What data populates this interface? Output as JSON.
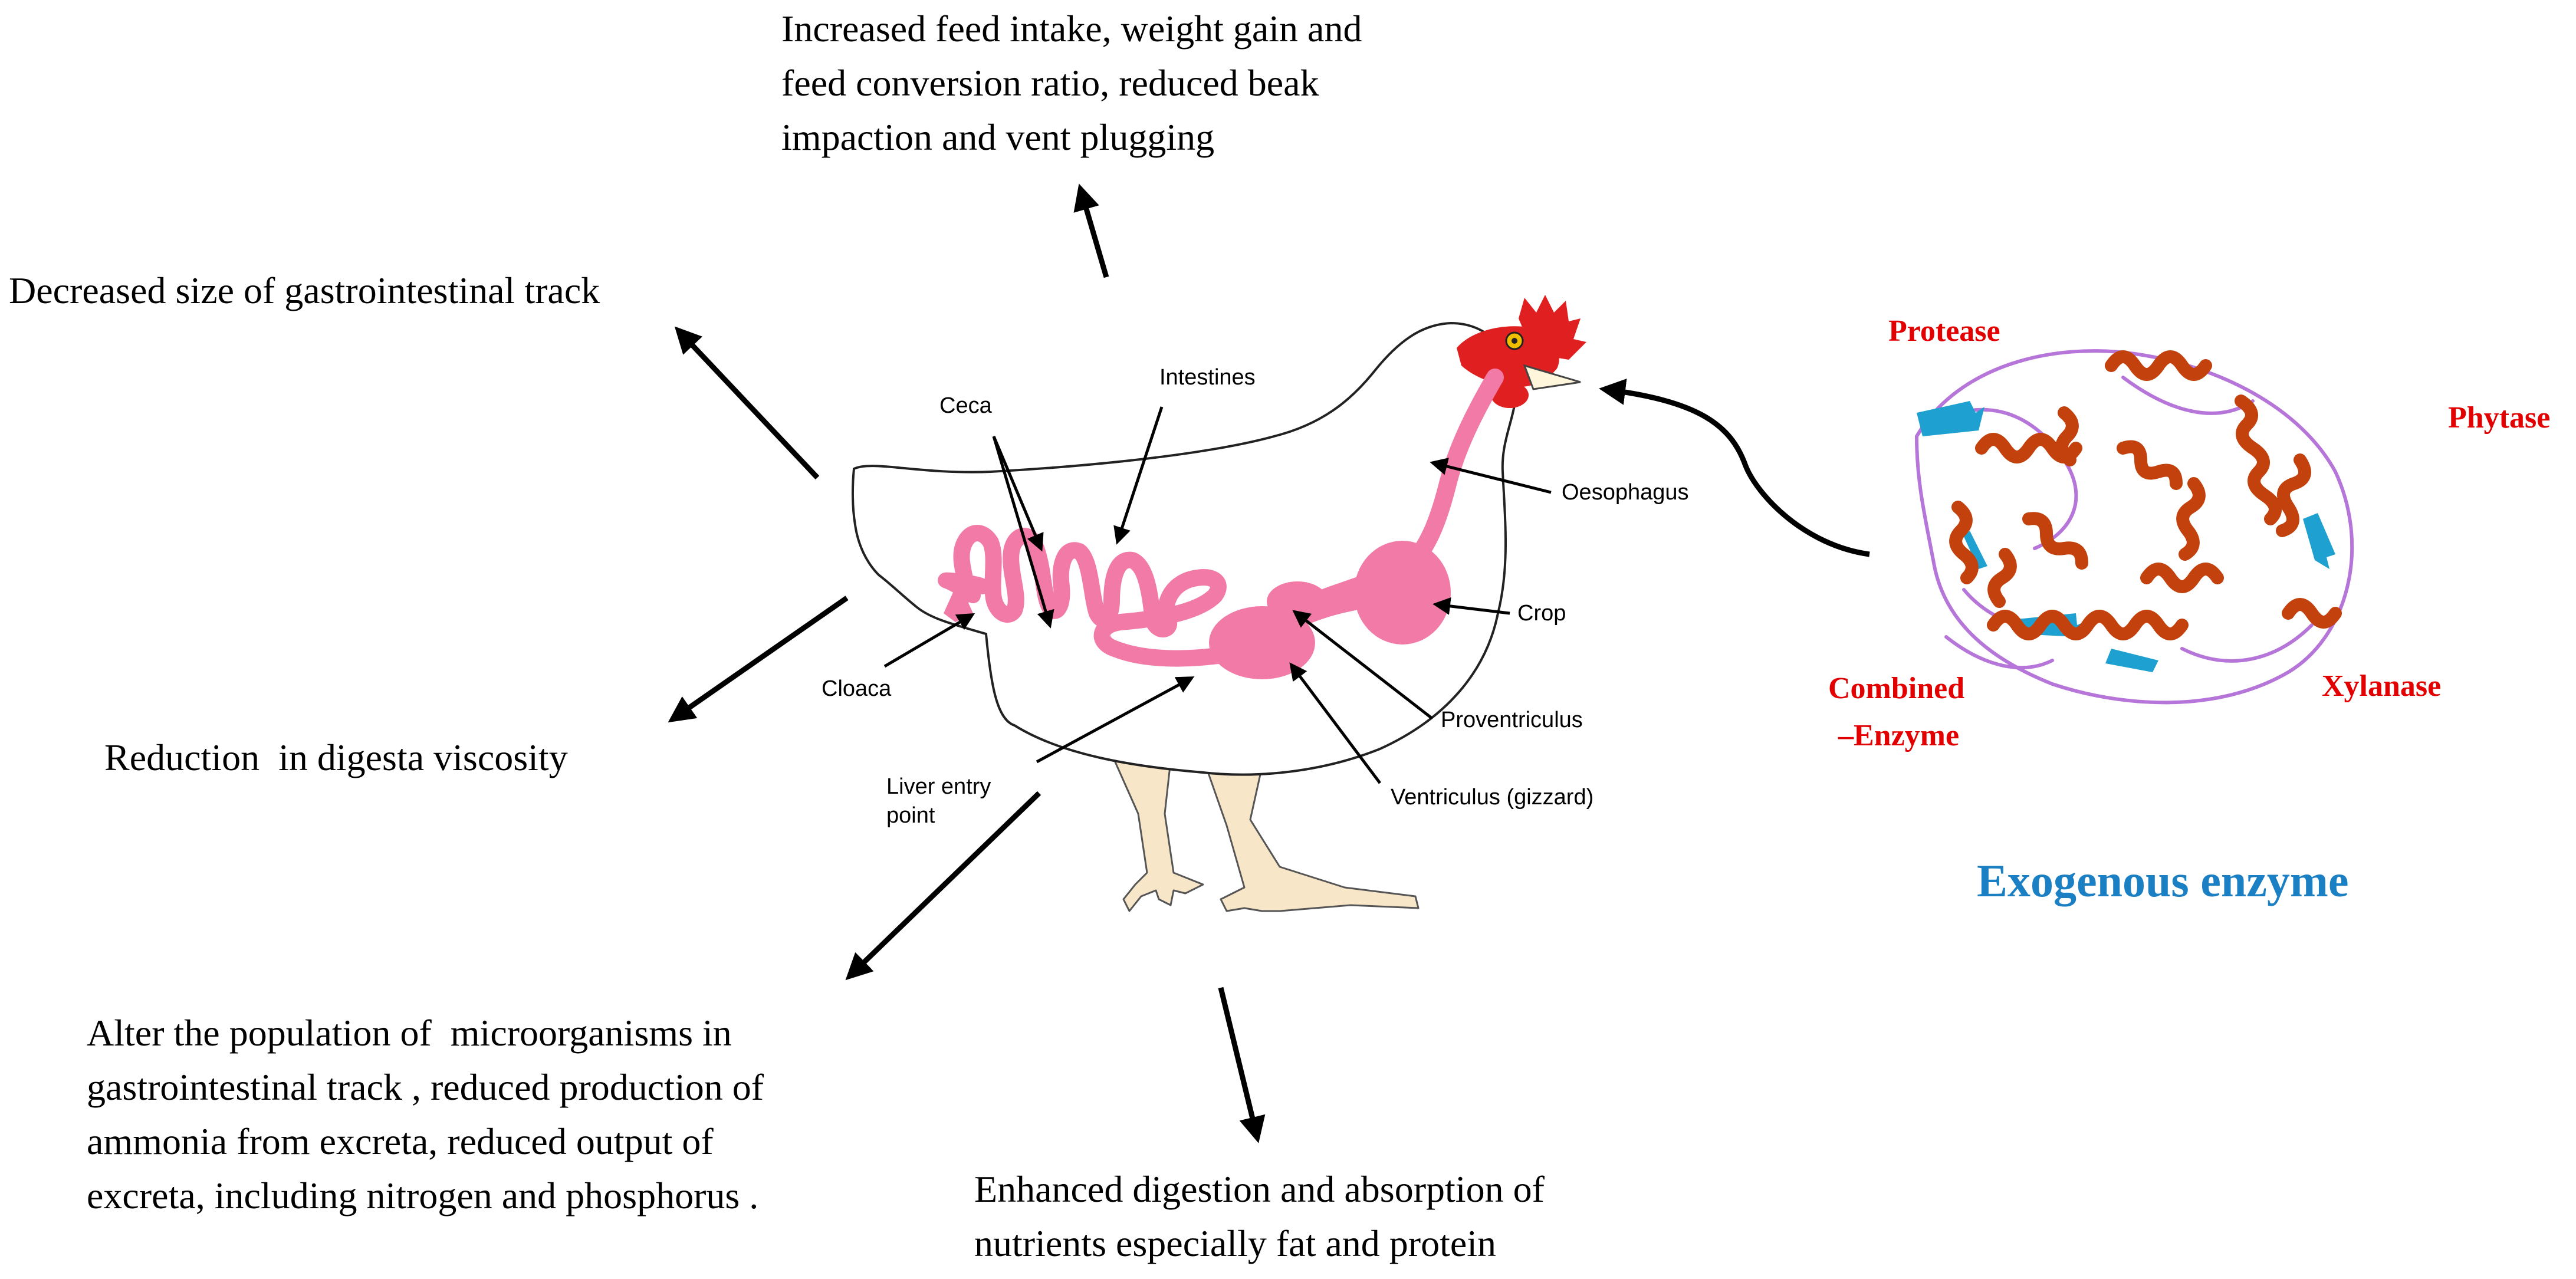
{
  "effects": {
    "feed": [
      "Increased feed intake, weight gain and",
      "feed conversion ratio, reduced beak",
      "impaction and vent plugging"
    ],
    "gi_size": [
      "Decreased size of gastrointestinal track"
    ],
    "viscosity": [
      "Reduction  in digesta viscosity"
    ],
    "microbes": [
      "Alter the population of  microorganisms in",
      "gastrointestinal track , reduced production of",
      "ammonia from excreta, reduced output of",
      "excreta, including nitrogen and phosphorus ."
    ],
    "digestion": [
      "Enhanced digestion and absorption of",
      "nutrients especially fat and protein"
    ]
  },
  "anatomy": {
    "ceca": "Ceca",
    "intestines": "Intestines",
    "oesophagus": "Oesophagus",
    "crop": "Crop",
    "cloaca": "Cloaca",
    "proventriculus": "Proventriculus",
    "liver_entry": [
      "Liver entry",
      "point"
    ],
    "ventriculus": "Ventriculus (gizzard)"
  },
  "enzymes": {
    "protease": "Protease",
    "phytase": "Phytase",
    "combined": [
      "Combined",
      "–Enzyme"
    ],
    "xylanase": "Xylanase",
    "title": "Exogenous enzyme"
  },
  "colors": {
    "gut": "#f27aa6",
    "enzyme_label": "#e30000",
    "title": "#1b7fc4",
    "helix": "#c2410c",
    "sheet": "#1ea0d0",
    "loop": "#b675d8",
    "comb": "#e02020",
    "feet": "#f8e6c8"
  }
}
